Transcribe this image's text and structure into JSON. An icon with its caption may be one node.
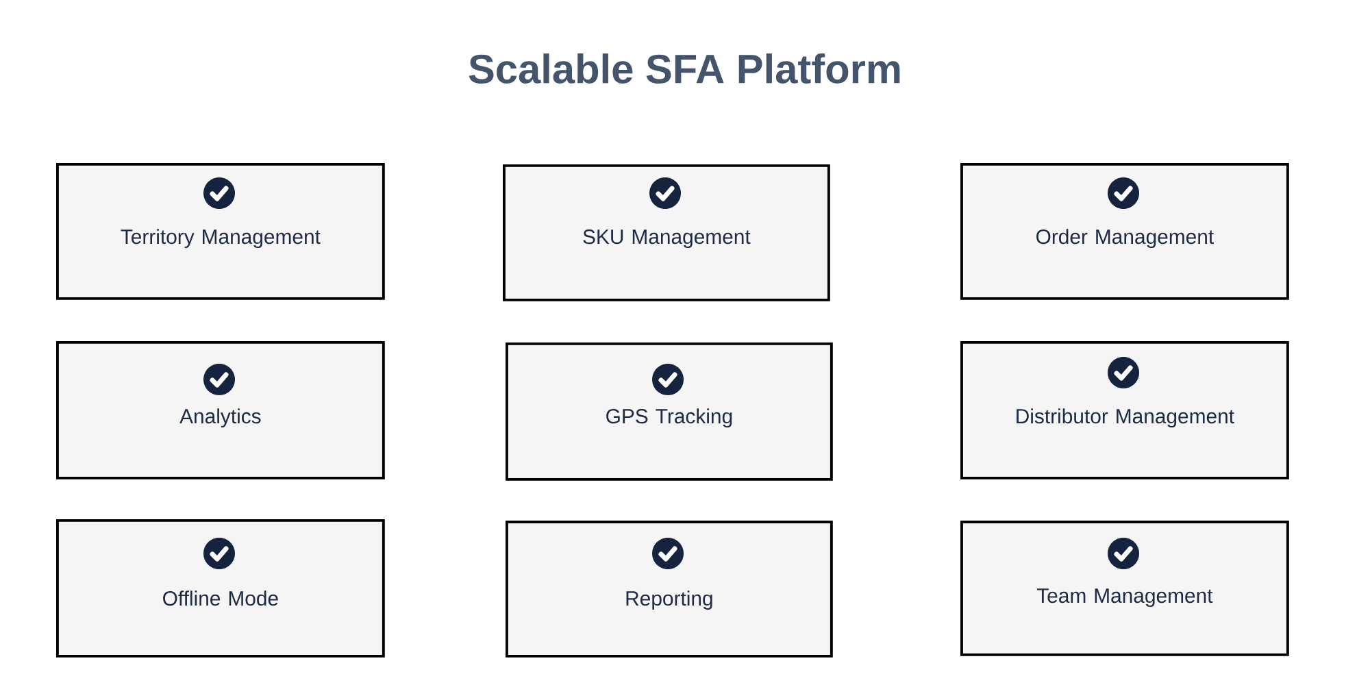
{
  "diagram": {
    "title": "Scalable SFA Platform",
    "nodes": [
      {
        "text": [
          "Territory Management"
        ]
      },
      {
        "text": [
          "SKU Management"
        ]
      },
      {
        "text": [
          "Order Management"
        ]
      },
      {
        "text": [
          "Analytics"
        ]
      },
      {
        "text": [
          "GPS Tracking"
        ]
      },
      {
        "text": [
          "Distributor Management"
        ]
      },
      {
        "text": [
          "Offline Mode"
        ]
      },
      {
        "text": [
          "Reporting"
        ]
      },
      {
        "text": [
          "Team Management"
        ]
      }
    ]
  }
}
